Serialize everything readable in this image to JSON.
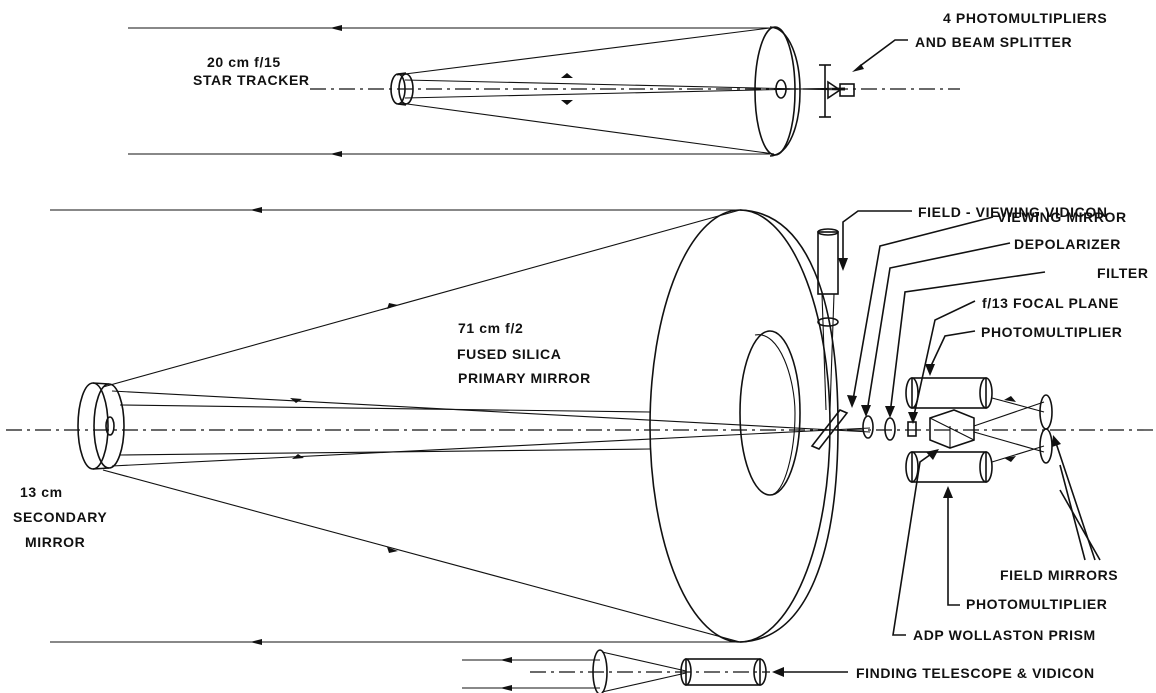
{
  "labels": {
    "star_tracker_1": "20 cm f/15",
    "star_tracker_2": "STAR TRACKER",
    "pmt_splitter_1": "4 PHOTOMULTIPLIERS",
    "pmt_splitter_2": "AND BEAM SPLITTER",
    "field_vidicon": "FIELD - VIEWING VIDICON",
    "viewing_mirror": "VIEWING MIRROR",
    "depolarizer": "DEPOLARIZER",
    "filter": "FILTER",
    "focal_plane": "f/13 FOCAL PLANE",
    "photomultiplier_top": "PHOTOMULTIPLIER",
    "primary_1": "71 cm f/2",
    "primary_2": "FUSED SILICA",
    "primary_3": "PRIMARY MIRROR",
    "secondary_1": "13 cm",
    "secondary_2": "SECONDARY",
    "secondary_3": "MIRROR",
    "field_mirrors": "FIELD MIRRORS",
    "photomultiplier_bottom": "PHOTOMULTIPLIER",
    "wollaston": "ADP WOLLASTON PRISM",
    "finding_telescope": "FINDING TELESCOPE & VIDICON"
  }
}
